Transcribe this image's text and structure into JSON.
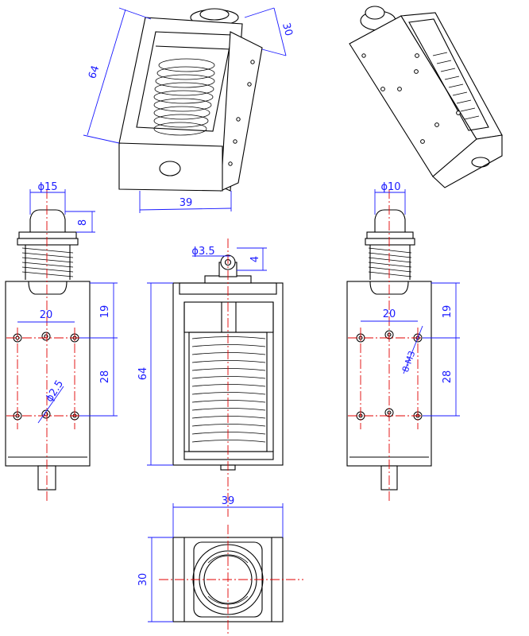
{
  "colors": {
    "outline": "#000000",
    "dimension": "#1a1aff",
    "centerline": "#e00000",
    "background": "#ffffff"
  },
  "iso_front": {
    "dim_height": "64",
    "dim_depth": "30",
    "dim_width": "39"
  },
  "iso_back": {},
  "left_view": {
    "dim_plunger_dia": "ϕ15",
    "dim_plunger_len": "8",
    "dim_hole_spacing": "20",
    "dim_top_offset": "19",
    "dim_vertical_spacing": "28",
    "dim_hole_dia": "ϕ2.5"
  },
  "front_view": {
    "dim_pin_dia": "ϕ3.5",
    "dim_pin_offset": "4",
    "dim_height": "64"
  },
  "right_view": {
    "dim_plunger_dia": "ϕ10",
    "dim_hole_spacing": "20",
    "dim_top_offset": "19",
    "dim_vertical_spacing": "28",
    "dim_thread": "8-M3"
  },
  "bottom_view": {
    "dim_width": "39",
    "dim_depth": "30"
  }
}
